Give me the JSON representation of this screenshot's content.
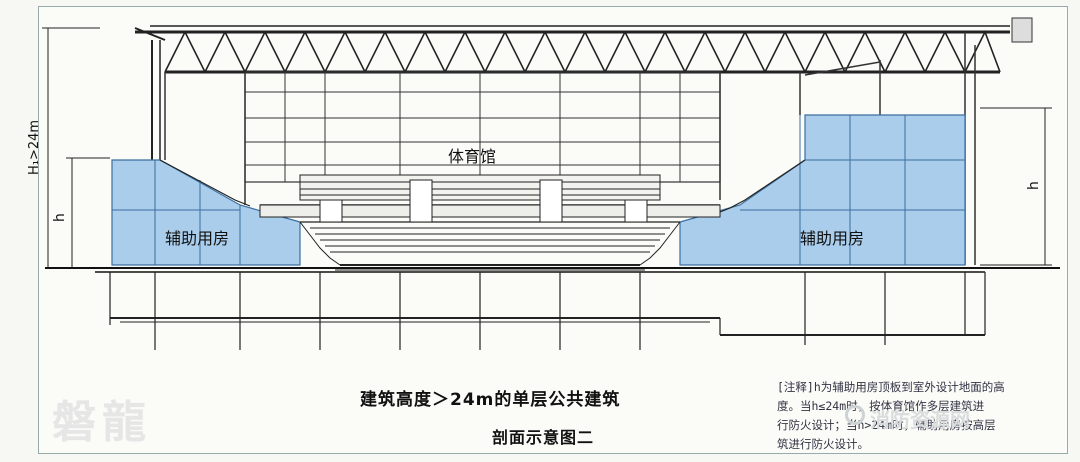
{
  "labels": {
    "gym": "体育馆",
    "aux_left": "辅助用房",
    "aux_right": "辅助用房",
    "dim_total": "H₁>24m",
    "dim_h_left": "h",
    "dim_h_right": "h"
  },
  "caption": {
    "title": "建筑高度＞24m的单层公共建筑",
    "subtitle": "剖面示意图二"
  },
  "note": {
    "line1": "[注释]h为辅助用房顶板到室外设计地面的高",
    "line2": "度。当h≤24m时，按体育馆作多层建筑进",
    "line3": "行防火设计；当h>24m时，辅助用房按高层",
    "line4": "筑进行防火设计。"
  },
  "watermark": {
    "left": "磐龍",
    "right": "消防资源网"
  },
  "colors": {
    "aux_fill": "#a9cdeb",
    "aux_stroke": "#3c6fa0",
    "line": "#222222"
  }
}
